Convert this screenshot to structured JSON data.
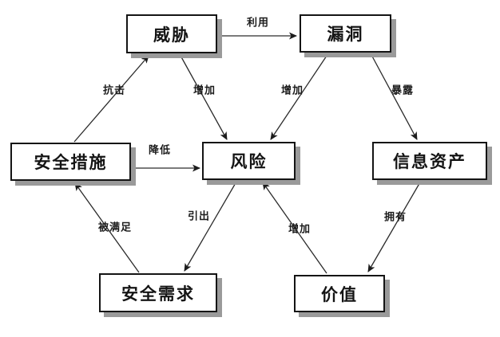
{
  "diagram": {
    "title": "information-security-risk-relationship-diagram",
    "nodes": [
      {
        "id": "threat",
        "label": "威胁"
      },
      {
        "id": "vulnerability",
        "label": "漏洞"
      },
      {
        "id": "security-measures",
        "label": "安全措施"
      },
      {
        "id": "risk",
        "label": "风险"
      },
      {
        "id": "information-assets",
        "label": "信息资产"
      },
      {
        "id": "security-requirements",
        "label": "安全需求"
      },
      {
        "id": "value",
        "label": "价值"
      }
    ],
    "edges": [
      {
        "from": "威胁",
        "to": "漏洞",
        "label": "利用"
      },
      {
        "from": "安全措施",
        "to": "威胁",
        "label": "抗击"
      },
      {
        "from": "威胁",
        "to": "风险",
        "label": "增加"
      },
      {
        "from": "漏洞",
        "to": "风险",
        "label": "增加"
      },
      {
        "from": "漏洞",
        "to": "信息资产",
        "label": "暴露"
      },
      {
        "from": "安全措施",
        "to": "风险",
        "label": "降低"
      },
      {
        "from": "安全需求",
        "to": "安全措施",
        "label": "被满足"
      },
      {
        "from": "风险",
        "to": "安全需求",
        "label": "引出"
      },
      {
        "from": "价值",
        "to": "风险",
        "label": "增加"
      },
      {
        "from": "信息资产",
        "to": "价值",
        "label": "拥有"
      }
    ],
    "colors": {
      "node_border": "#141414",
      "node_fill": "#ffffff",
      "node_shadow": "#9a9a9a",
      "line": "#2a2a2a",
      "background": "#ffffff"
    }
  }
}
